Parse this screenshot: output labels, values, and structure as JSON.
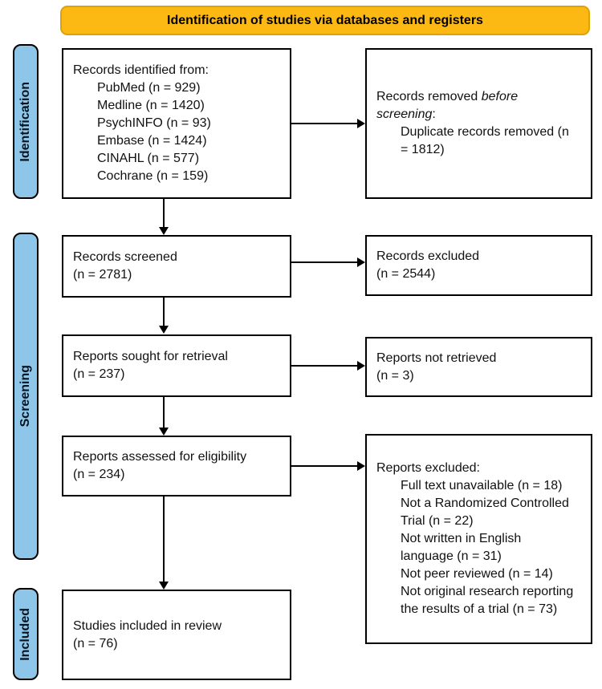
{
  "colors": {
    "banner_bg": "#FDB913",
    "banner_border": "#DFA206",
    "stage_bg": "#8DC6E8",
    "box_border": "#000000",
    "text": "#111111"
  },
  "banner": {
    "label": "Identification of studies via databases and registers"
  },
  "stages": [
    {
      "label": "Identification"
    },
    {
      "label": "Screening"
    },
    {
      "label": "Included"
    }
  ],
  "boxes": {
    "identified": {
      "title": "Records identified from:",
      "items": [
        "PubMed (n = 929)",
        "Medline (n = 1420)",
        "PsychINFO (n = 93)",
        "Embase (n = 1424)",
        "CINAHL (n = 577)",
        "Cochrane (n = 159)"
      ]
    },
    "removed": {
      "title_prefix": "Records removed ",
      "title_emphasis": "before screening",
      "title_suffix": ":",
      "items": [
        "Duplicate records removed (n = 1812)"
      ]
    },
    "screened": {
      "lines": [
        "Records screened",
        "(n = 2781)"
      ]
    },
    "records_excluded": {
      "lines": [
        "Records excluded",
        "(n = 2544)"
      ]
    },
    "sought": {
      "lines": [
        "Reports sought for retrieval",
        "(n = 237)"
      ]
    },
    "not_retrieved": {
      "lines": [
        "Reports not retrieved",
        "(n = 3)"
      ]
    },
    "assessed": {
      "lines": [
        "Reports assessed for eligibility",
        "(n = 234)"
      ]
    },
    "reports_excluded": {
      "title": "Reports excluded:",
      "items": [
        "Full text unavailable (n = 18)",
        "Not a Randomized Controlled Trial (n = 22)",
        "Not written in English language (n = 31)",
        "Not peer reviewed (n = 14)",
        "Not original research reporting the results of a trial (n = 73)"
      ]
    },
    "included": {
      "lines": [
        "Studies included in review",
        "(n = 76)"
      ]
    }
  }
}
